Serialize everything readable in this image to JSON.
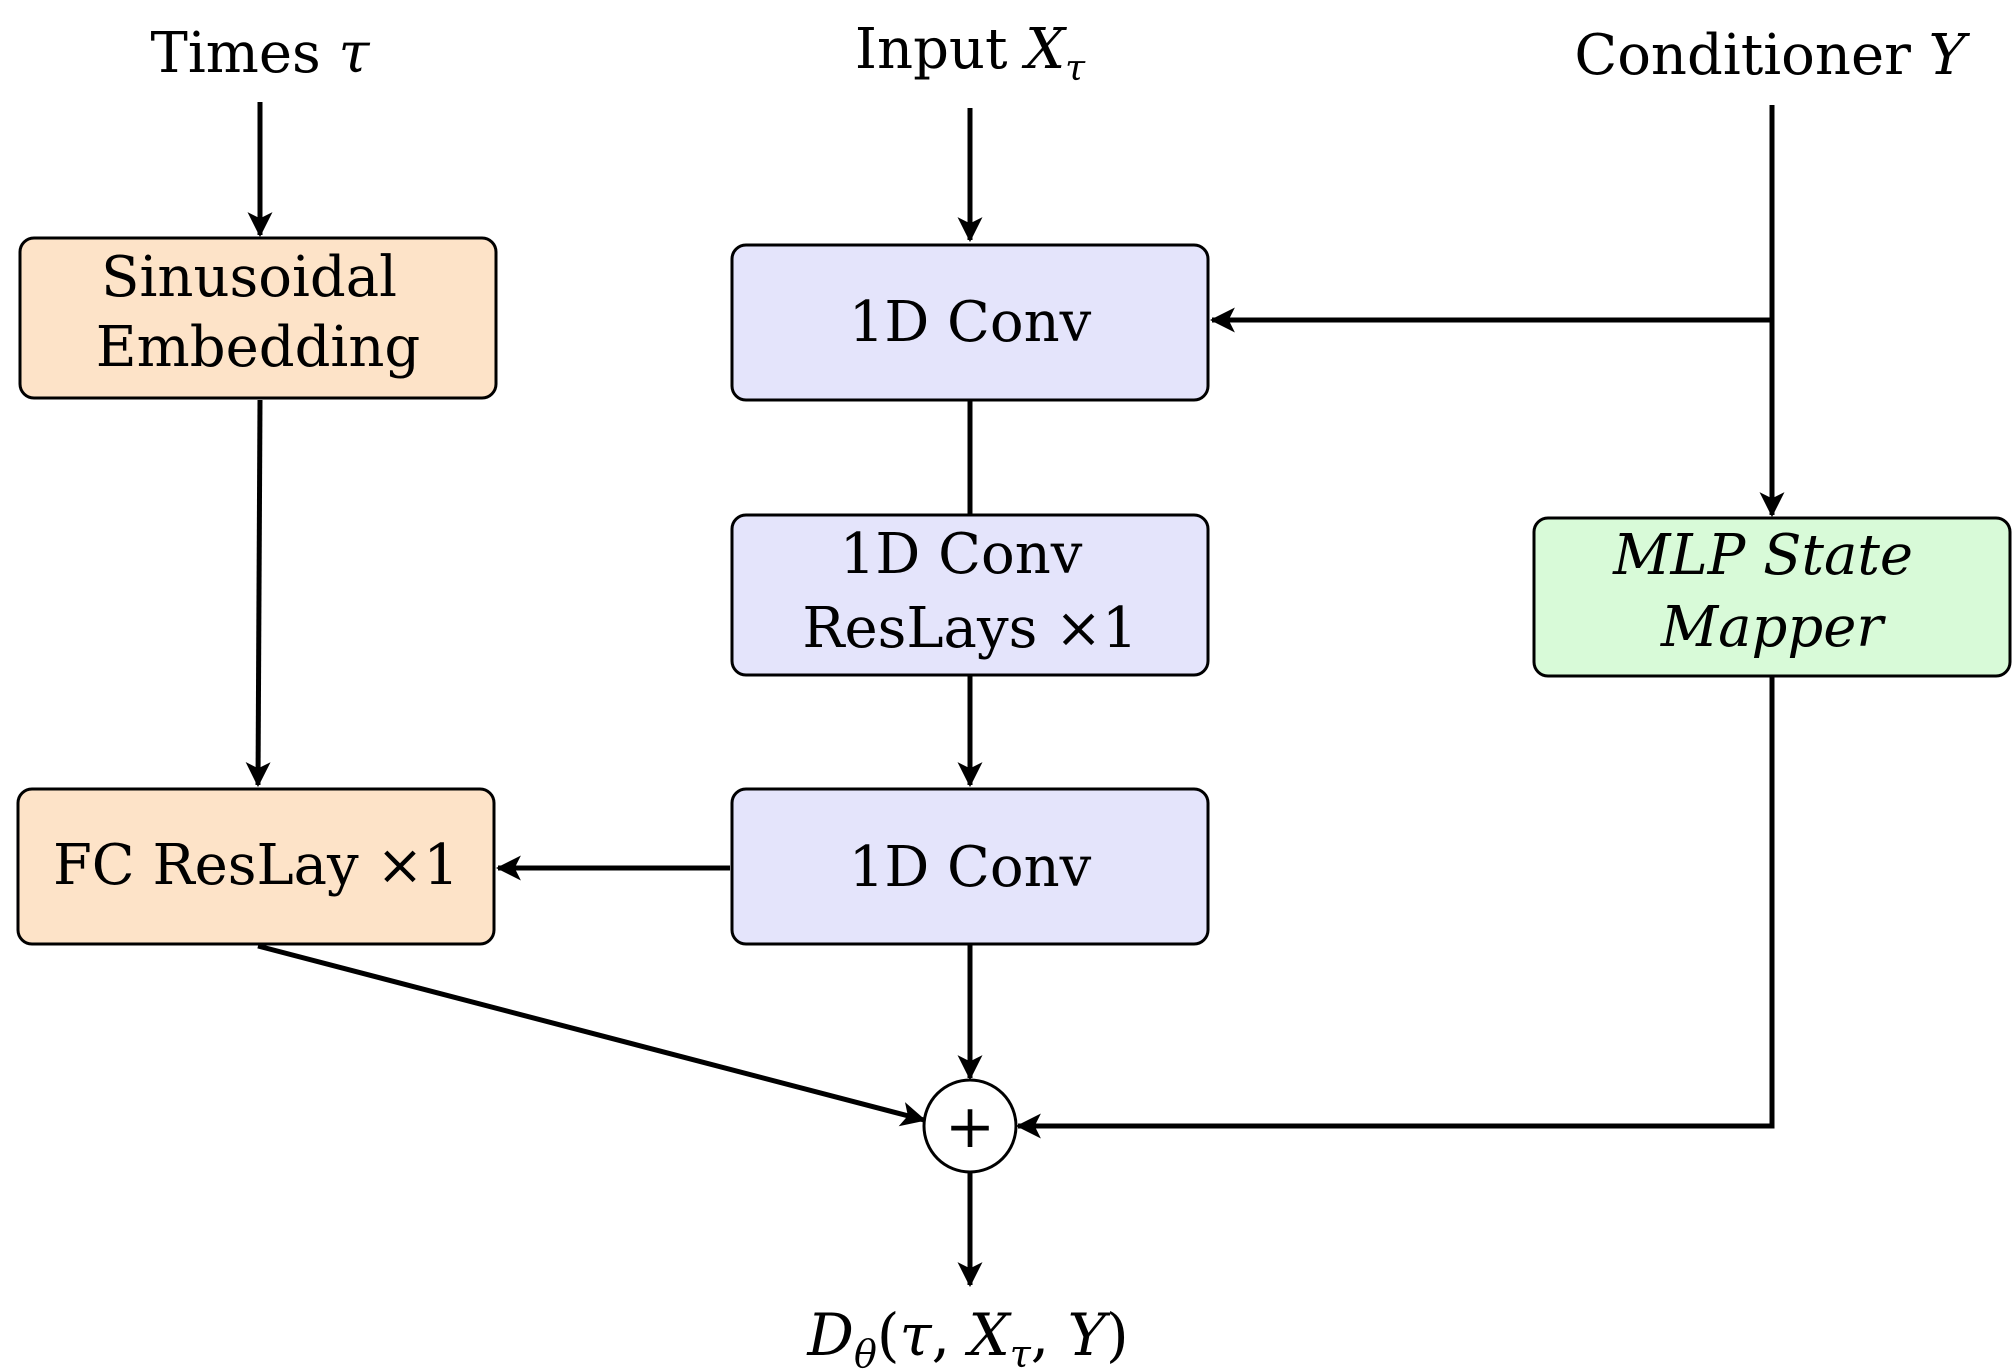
{
  "colors": {
    "time_block": "#fde3c8",
    "conv_block": "#e4e4fb",
    "state_block": "#d8fad8",
    "stroke": "#000000"
  },
  "inputs": {
    "times": {
      "text": "Times ",
      "symbol": "τ"
    },
    "input": {
      "text": "Input ",
      "symbol": "X",
      "subscript": "τ"
    },
    "conditioner": {
      "text": "Conditioner ",
      "symbol": "Y"
    }
  },
  "blocks": {
    "sinusoidal": [
      "Sinusoidal",
      "Embedding"
    ],
    "fc_reslay": "FC ResLay ×1",
    "conv_top": "1D Conv",
    "conv_res": [
      "1D Conv",
      "ResLays ×1"
    ],
    "conv_bottom": "1D Conv",
    "mlp_mapper": [
      "MLP State",
      "Mapper"
    ]
  },
  "sum_node": {
    "symbol": "+"
  },
  "output": {
    "fn": "D",
    "fn_subscript": "θ",
    "open": "(",
    "tau": "τ",
    "sep1": ", ",
    "x": "X",
    "x_subscript": "τ",
    "sep2": ", ",
    "y": "Y",
    "close": ")"
  }
}
